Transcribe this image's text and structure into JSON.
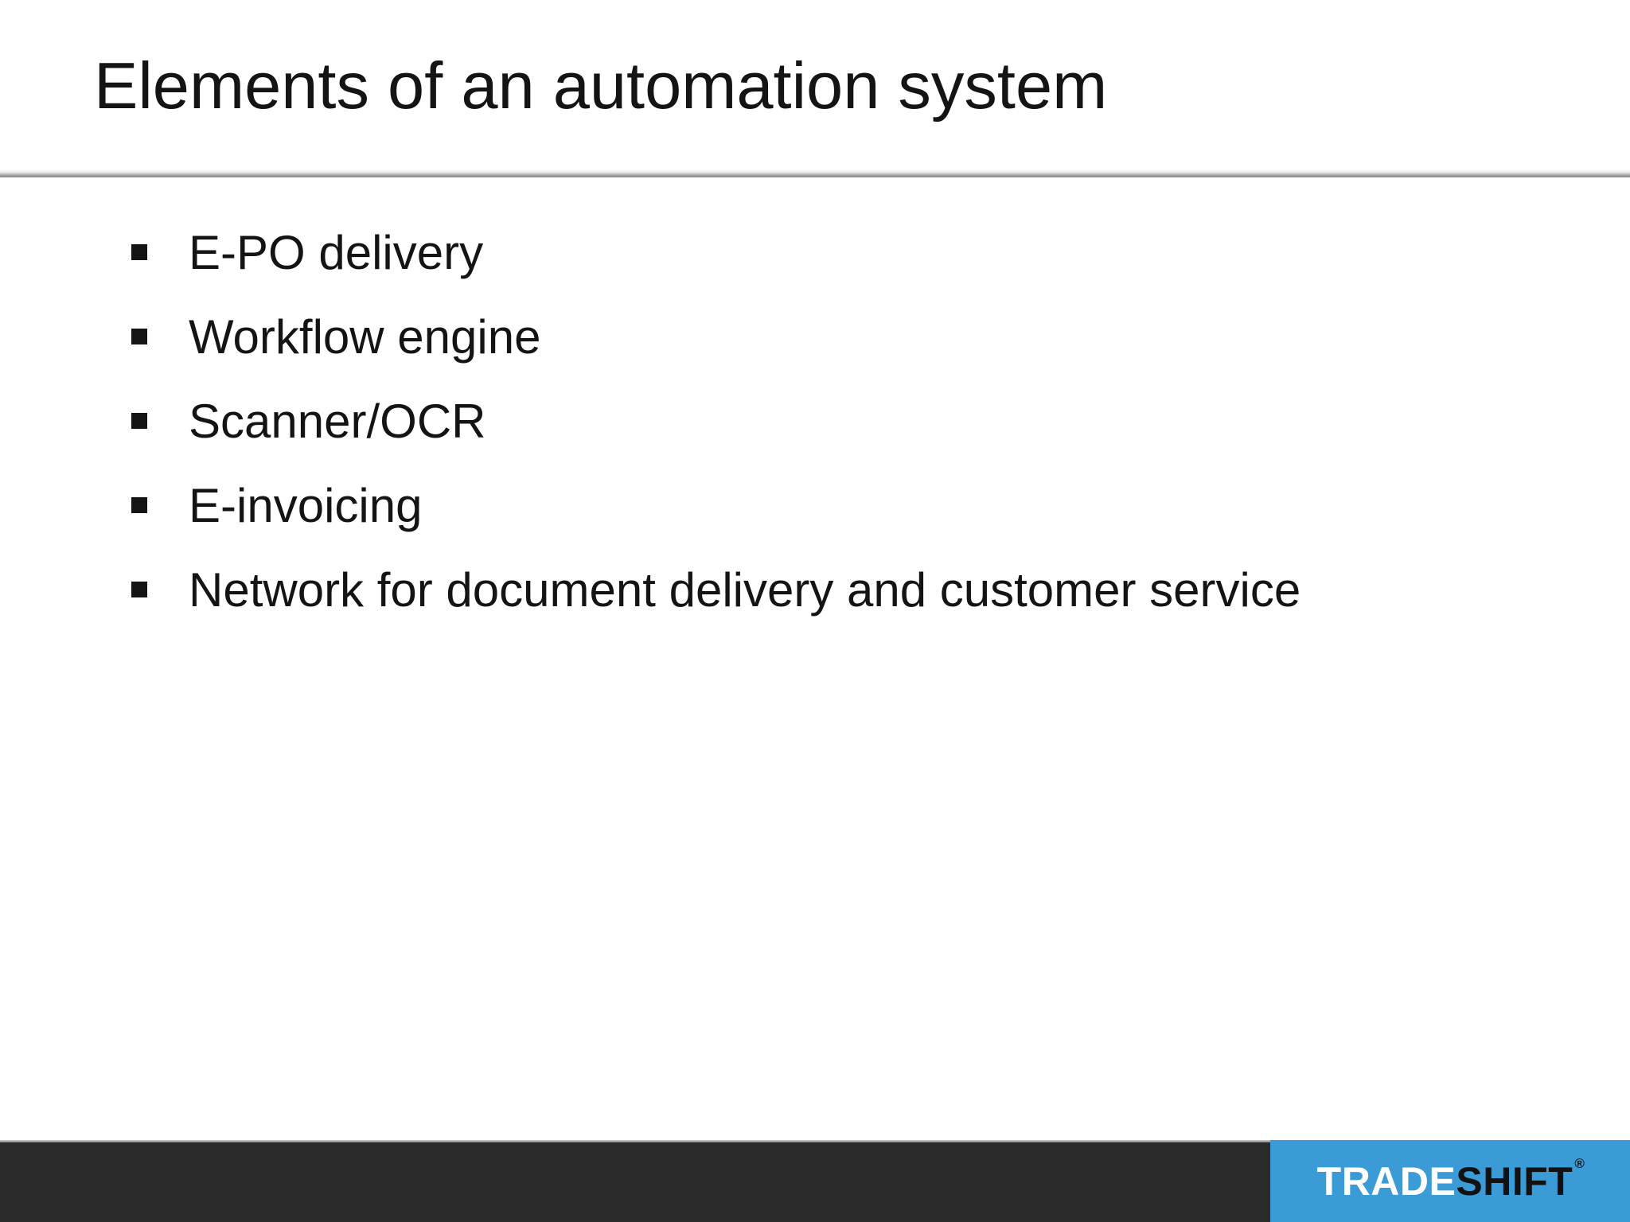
{
  "slide": {
    "title": "Elements of an automation system",
    "bullets": [
      "E-PO delivery",
      "Workflow engine",
      "Scanner/OCR",
      "E-invoicing",
      "Network for document delivery and customer service"
    ],
    "footer": {
      "logo_trade": "TRADE",
      "logo_shift": "SHIFT",
      "registered_mark": "®"
    },
    "colors": {
      "accent_blue": "#3a9bd6",
      "footer_dark": "#2b2b2b",
      "divider_gray": "#989898",
      "text_color": "#141414"
    }
  }
}
